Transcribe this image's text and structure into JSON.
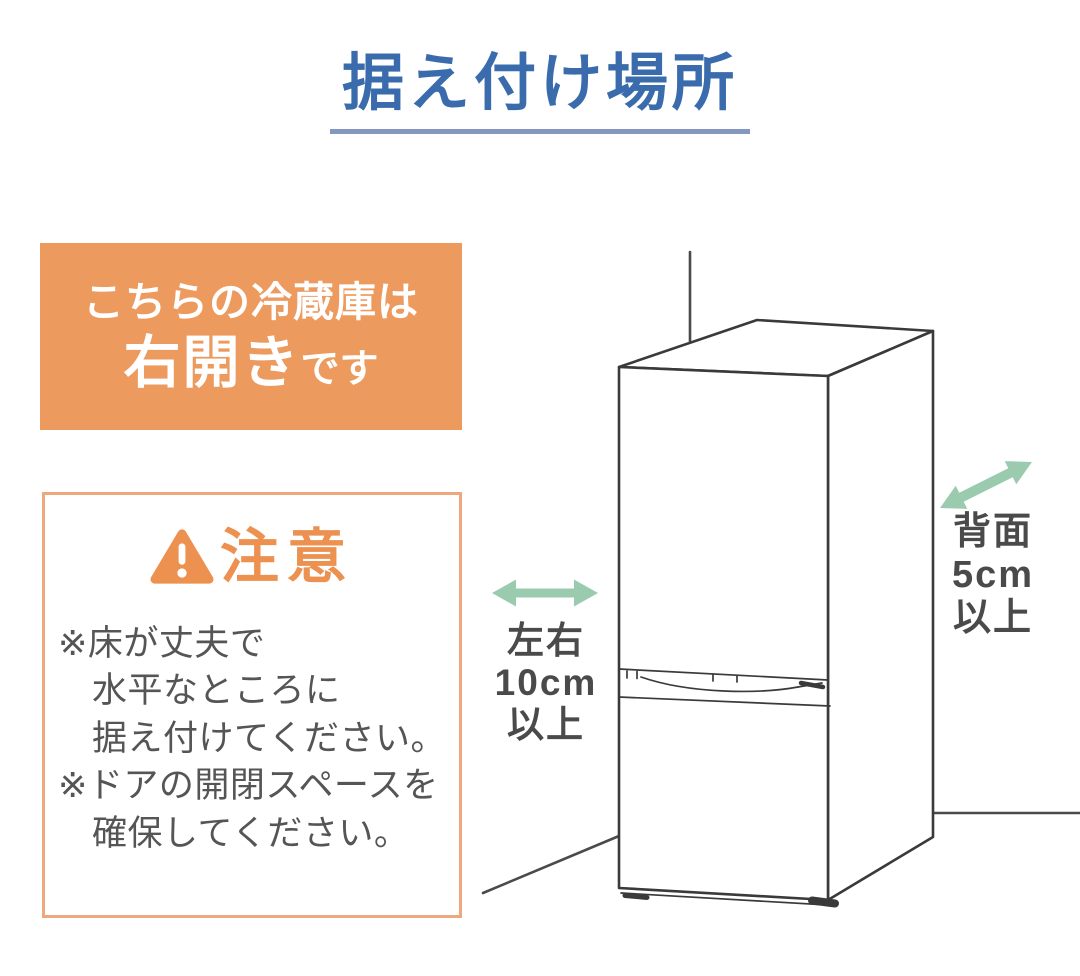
{
  "title": "据え付け場所",
  "banner": {
    "line1": "こちらの冷蔵庫は",
    "line2_emphasis": "右開き",
    "line2_suffix": "です"
  },
  "caution": {
    "heading": "注意",
    "icon": "warning-triangle-icon",
    "lines": [
      "※床が丈夫で",
      "水平なところに",
      "据え付けてください。",
      "※ドアの開閉スペースを",
      "確保してください。"
    ]
  },
  "clearances": {
    "side": {
      "lines": [
        "左右",
        "10cm",
        "以上"
      ],
      "arrow": "horizontal-double-arrow"
    },
    "back": {
      "lines": [
        "背面",
        "5cm",
        "以上"
      ],
      "arrow": "diagonal-double-arrow"
    }
  },
  "illustration": "refrigerator-in-room-corner-line-drawing",
  "colors": {
    "title_blue": "#3a6cad",
    "underline_blue": "#8497c0",
    "banner_orange": "#ec9a5e",
    "caution_border": "#eda87e",
    "warning_orange": "#ec9150",
    "body_text": "#555555",
    "label_text": "#4a4a4a",
    "line_color": "#3a3a3a",
    "wall_color": "#4a4a4a",
    "arrow_green": "#9bcbae",
    "background": "#ffffff"
  }
}
